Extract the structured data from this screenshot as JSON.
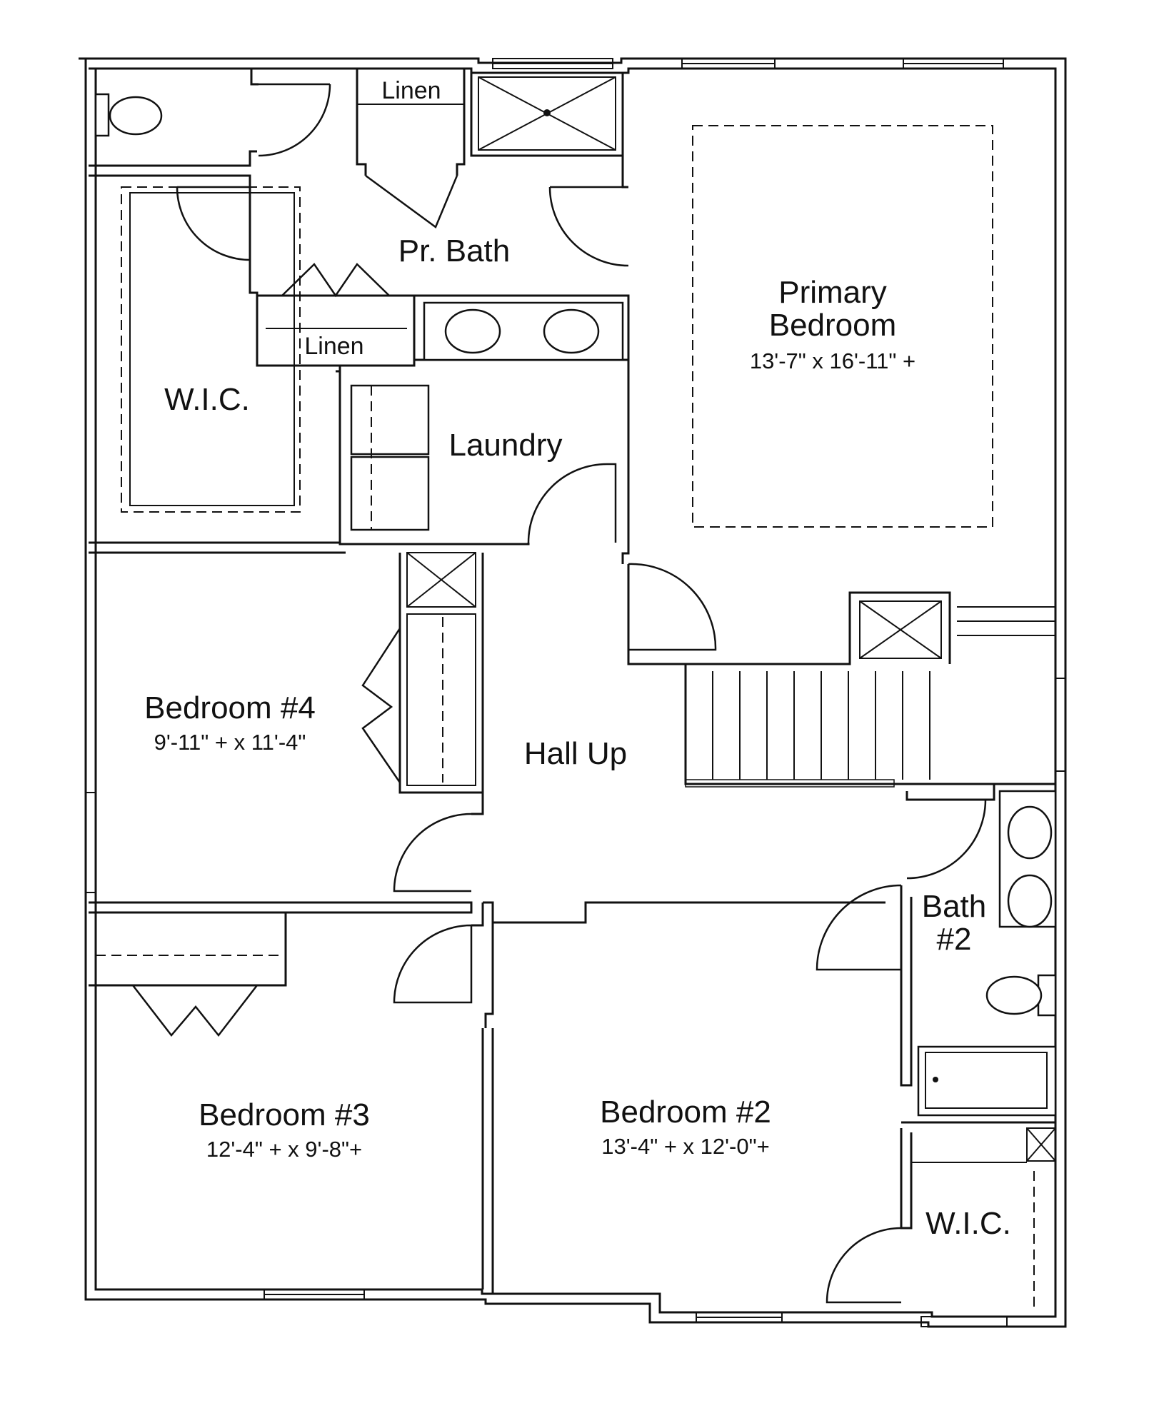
{
  "rooms": {
    "linen_top": "Linen",
    "pr_bath": "Pr. Bath",
    "linen_mid": "Linen",
    "wic_left": "W.I.C.",
    "laundry": "Laundry",
    "primary_bedroom": {
      "line1": "Primary",
      "line2": "Bedroom",
      "dims": "13'-7\" x 16'-11\" +"
    },
    "bedroom4": {
      "name": "Bedroom #4",
      "dims": "9'-11\" + x 11'-4\""
    },
    "hall_up": "Hall Up",
    "bath2": {
      "line1": "Bath",
      "line2": "#2"
    },
    "bedroom3": {
      "name": "Bedroom #3",
      "dims": "12'-4\" + x 9'-8\"+"
    },
    "bedroom2": {
      "name": "Bedroom #2",
      "dims": "13'-4\" + x 12'-0\"+"
    },
    "wic_right": "W.I.C."
  }
}
